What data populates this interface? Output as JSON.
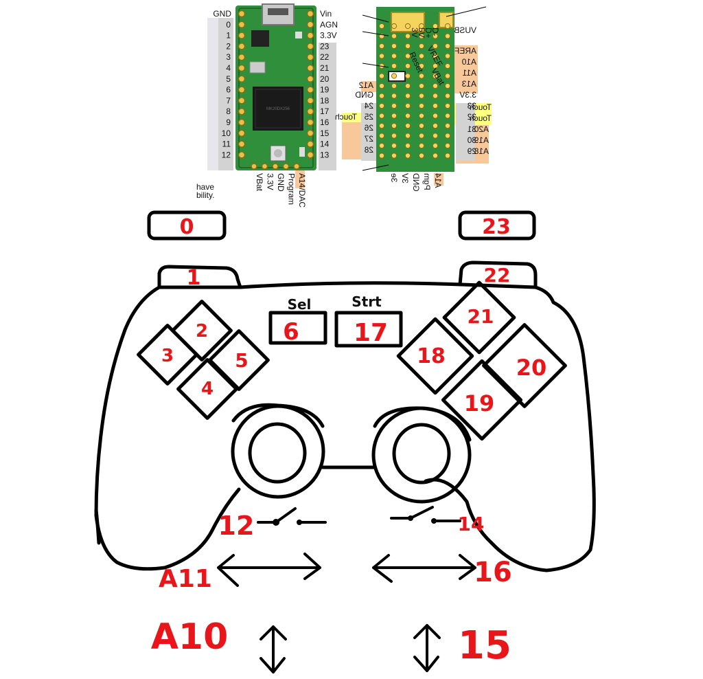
{
  "board_front": {
    "left_top": [
      "GND",
      "0",
      "1",
      "2",
      "3",
      "4",
      "5",
      "6",
      "7",
      "8",
      "9",
      "10",
      "11",
      "12"
    ],
    "right_top": [
      "Vin",
      "AGN",
      "3.3V",
      "23",
      "22",
      "21",
      "20",
      "19",
      "18",
      "17",
      "16",
      "15",
      "14",
      "13"
    ],
    "bottom": [
      "VBat",
      "3.3V",
      "GND",
      "Program",
      "A14/DAC"
    ],
    "note": [
      "have",
      "bility."
    ]
  },
  "board_back": {
    "left": [
      "A12",
      "GND",
      "24",
      "25",
      "26",
      "27",
      "28"
    ],
    "right": [
      "VUSB",
      "AREF",
      "A10",
      "A11",
      "A13",
      "3.3V",
      "33",
      "32",
      "31",
      "30",
      "29"
    ],
    "right_tags": [
      "A20",
      "A19",
      "A18"
    ],
    "touch": [
      "Touch",
      "Touch",
      "Touch"
    ],
    "bottom": [
      "3e",
      "3V",
      "GND",
      "Pgm",
      "A14"
    ],
    "small": [
      "Reset",
      "VREF",
      "VBat",
      "3V",
      "5V",
      "D+",
      "D-"
    ]
  },
  "controller": {
    "shoulder_l2": "0",
    "shoulder_r2": "23",
    "shoulder_l1": "1",
    "shoulder_r1": "22",
    "select_title": "Sel",
    "select_pin": "6",
    "start_title": "Strt",
    "start_pin": "17",
    "dpad_up": "2",
    "dpad_left": "3",
    "dpad_right": "5",
    "dpad_down": "4",
    "face_top": "21",
    "face_left": "18",
    "face_right": "20",
    "face_bottom": "19",
    "stick_l_switch": "12",
    "stick_r_switch": "14",
    "stick_l_horizontal": "A11",
    "stick_r_horizontal": "16",
    "stick_l_vertical": "A10",
    "stick_r_vertical": "15"
  },
  "colors": {
    "ink": "#000000",
    "pin_red": "#e8161a",
    "pcb_green": "#2f8f3a",
    "label_grey": "#d3d3d3",
    "label_orange": "#f7c89a",
    "label_yellow": "#ffff80"
  }
}
